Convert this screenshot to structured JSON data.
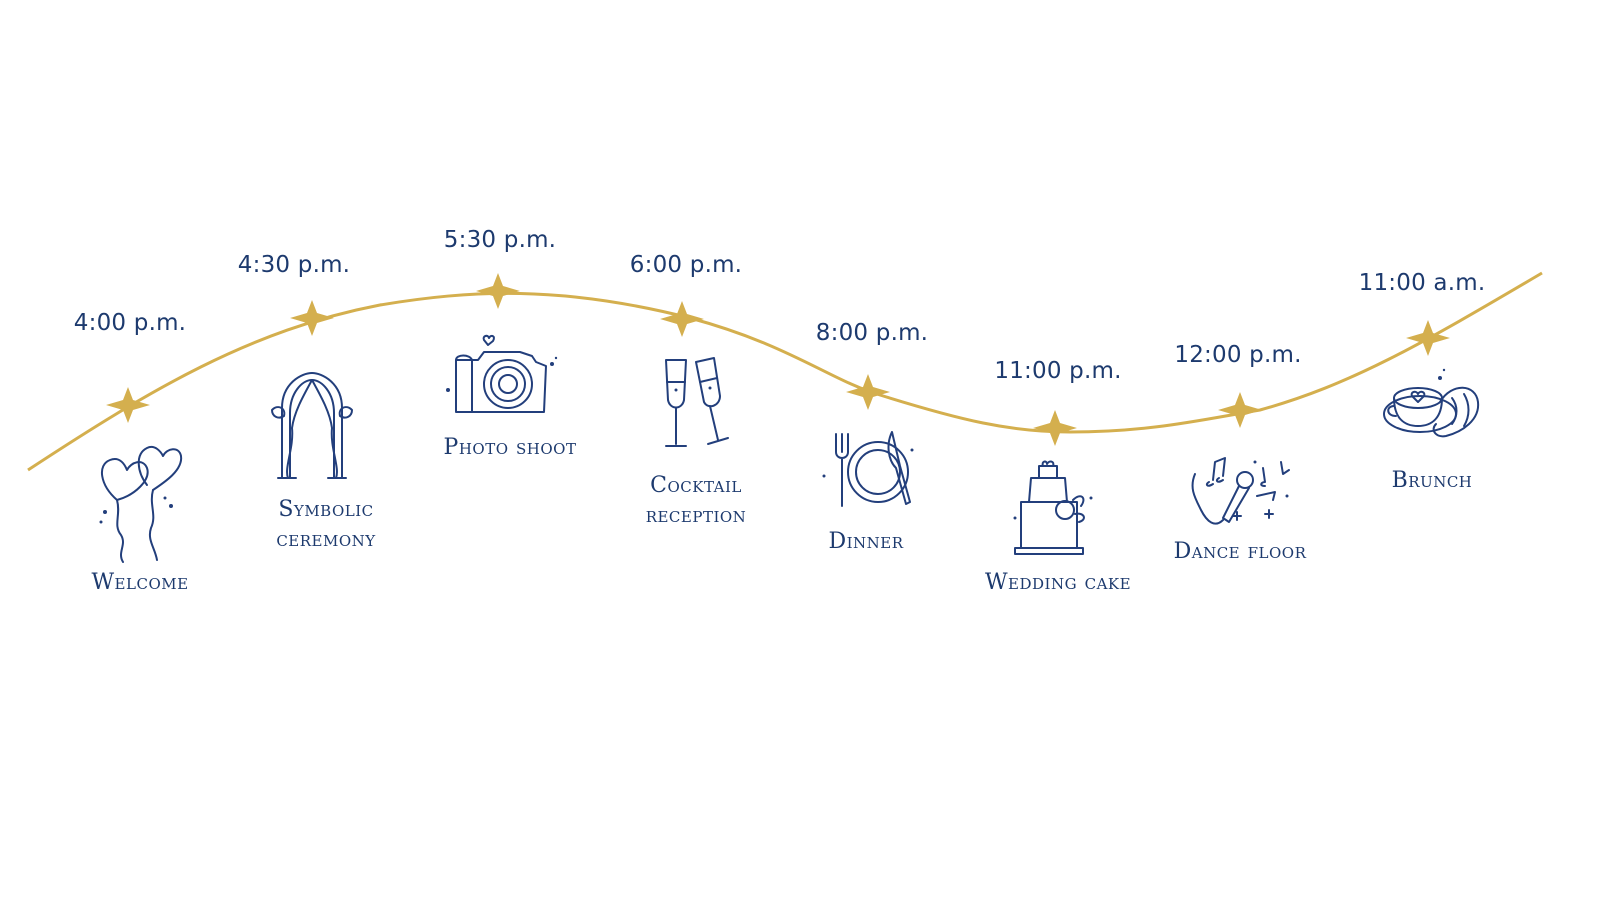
{
  "timeline": {
    "line_color": "#d4af4e",
    "text_color": "#1d3a6e",
    "events": [
      {
        "time": "4:00 p.m.",
        "label_lines": [
          "Welcome"
        ],
        "icon": "heart-balloons-icon"
      },
      {
        "time": "4:30 p.m.",
        "label_lines": [
          "Symbolic",
          "ceremony"
        ],
        "icon": "ceremony-arch-icon"
      },
      {
        "time": "5:30 p.m.",
        "label_lines": [
          "Photo shoot"
        ],
        "icon": "camera-icon"
      },
      {
        "time": "6:00 p.m.",
        "label_lines": [
          "Cocktail",
          "reception"
        ],
        "icon": "champagne-glasses-icon"
      },
      {
        "time": "8:00 p.m.",
        "label_lines": [
          "Dinner"
        ],
        "icon": "plate-cutlery-icon"
      },
      {
        "time": "11:00 p.m.",
        "label_lines": [
          "Wedding cake"
        ],
        "icon": "wedding-cake-icon"
      },
      {
        "time": "12:00 p.m.",
        "label_lines": [
          "Dance floor"
        ],
        "icon": "microphone-music-icon"
      },
      {
        "time": "11:00 a.m.",
        "label_lines": [
          "Brunch"
        ],
        "icon": "coffee-croissant-icon"
      }
    ]
  }
}
